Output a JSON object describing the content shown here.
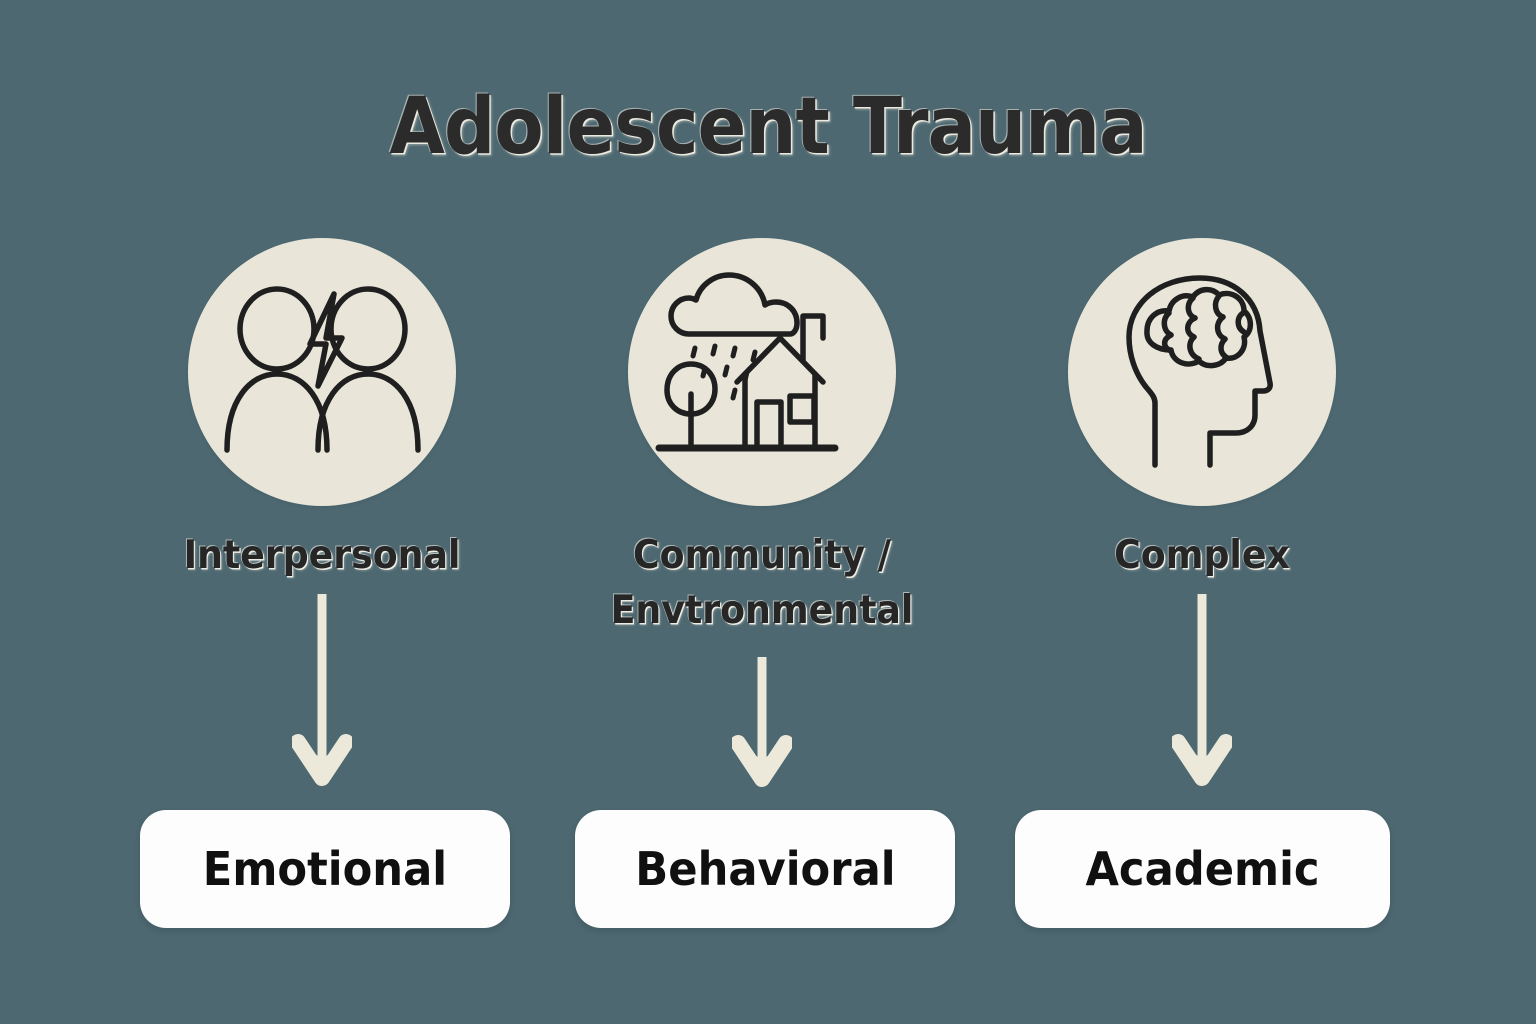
{
  "infographic": {
    "title": "Adolescent Trauma",
    "background_color": "#4d6871",
    "circle_color": "#e9e6d9",
    "arrow_color": "#ece9da",
    "box_color": "#fdfdfd",
    "text_color": "#262626"
  },
  "categories": [
    {
      "label": "Interpersonal",
      "icon": "two-people-conflict-icon"
    },
    {
      "label": "Community /\nEnvtronmental",
      "icon": "rain-cloud-house-tree-icon"
    },
    {
      "label": "Complex",
      "icon": "head-brain-icon"
    }
  ],
  "arrows": [
    {
      "name": "arrow-interpersonal-to-emotional",
      "direction": "down"
    },
    {
      "name": "arrow-community-to-behavioral",
      "direction": "down"
    },
    {
      "name": "arrow-complex-to-academic",
      "direction": "down"
    }
  ],
  "outcomes": [
    {
      "label": "Emotional"
    },
    {
      "label": "Behavioral"
    },
    {
      "label": "Academic"
    }
  ]
}
